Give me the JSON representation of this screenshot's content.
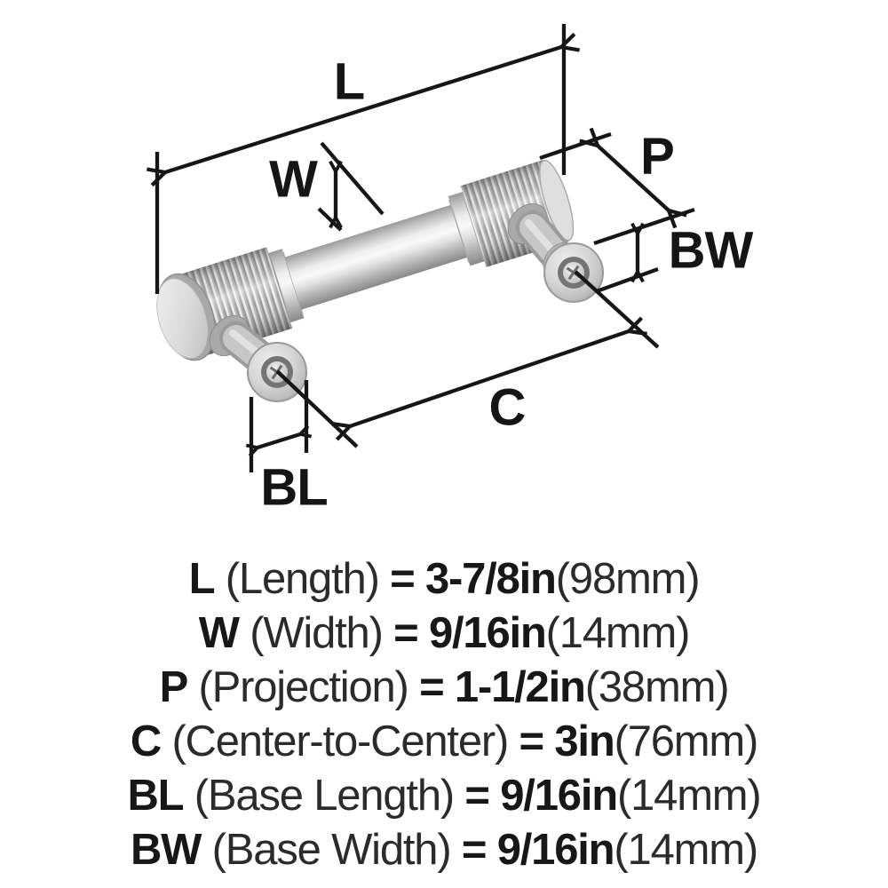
{
  "diagram": {
    "labels": {
      "L": "L",
      "W": "W",
      "P": "P",
      "C": "C",
      "BL": "BL",
      "BW": "BW"
    },
    "line_color": "#161616",
    "metal_highlight": "#f6f6f6",
    "metal_mid": "#c6c6c6",
    "metal_shadow": "#8b8b8b"
  },
  "specs": [
    {
      "code": "L",
      "name": "(Length)",
      "eq": "=",
      "value": "3-7/8in",
      "metric": "(98mm)"
    },
    {
      "code": "W",
      "name": "(Width)",
      "eq": "=",
      "value": "9/16in",
      "metric": "(14mm)"
    },
    {
      "code": "P",
      "name": "(Projection)",
      "eq": "=",
      "value": "1-1/2in",
      "metric": "(38mm)"
    },
    {
      "code": "C",
      "name": "(Center-to-Center)",
      "eq": "=",
      "value": "3in",
      "metric": "(76mm)"
    },
    {
      "code": "BL",
      "name": "(Base Length)",
      "eq": "=",
      "value": "9/16in",
      "metric": "(14mm)"
    },
    {
      "code": "BW",
      "name": "(Base Width)",
      "eq": "=",
      "value": "9/16in",
      "metric": "(14mm)"
    }
  ]
}
